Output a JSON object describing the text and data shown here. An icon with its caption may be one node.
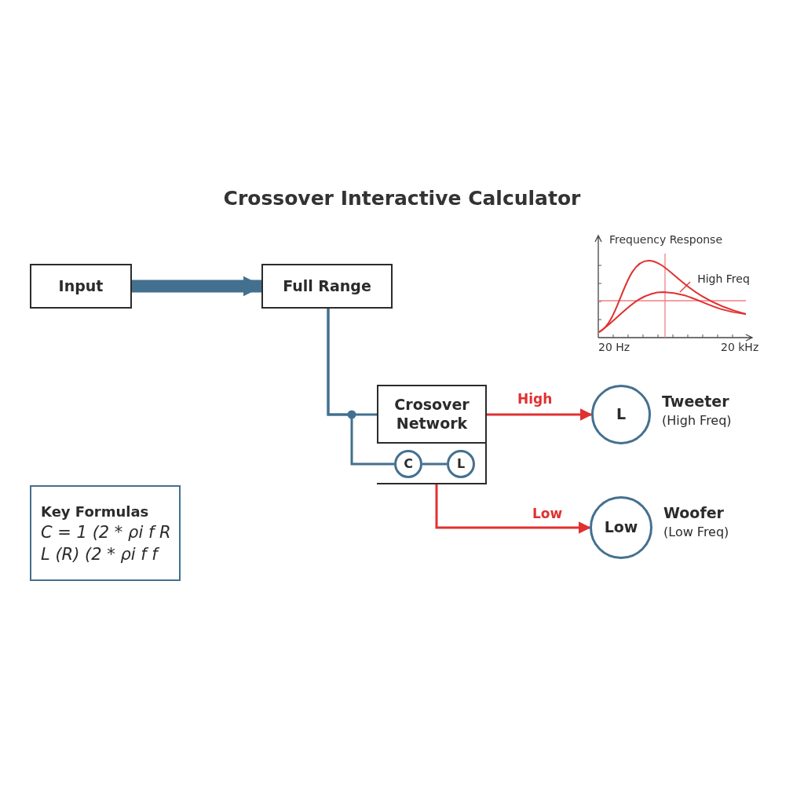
{
  "diagram": {
    "title": "Crossover Interactive Calculator",
    "nodes": [
      {
        "text": [
          "Input"
        ]
      },
      {
        "text": [
          "Full Range"
        ]
      },
      {
        "text": [
          "Crosover Network"
        ]
      },
      {
        "text": [],
        "shape": "box"
      },
      {
        "text": [
          "C"
        ],
        "in": 3
      },
      {
        "text": [
          "L"
        ],
        "in": 3
      },
      {
        "text": [
          "L"
        ],
        "beside": [
          "Tweeter",
          "(High Freq)"
        ]
      },
      {
        "text": [
          "Low"
        ],
        "beside": [
          "Woofer",
          "(Low Freq)"
        ]
      },
      {
        "text": [
          "Key Formulas",
          "C = 1 (2 * ρi f R",
          "L (R) (2 * ρi f f"
        ]
      },
      {
        "text": [
          "High Freq"
        ]
      }
    ],
    "edges": [
      {
        "from": 0,
        "to": 1,
        "arrow": "to",
        "style": "thick"
      },
      {
        "from": 1,
        "to": 2,
        "arrow": "none"
      },
      {
        "from": 1,
        "to": 4,
        "arrow": "none"
      },
      {
        "from": 4,
        "to": 5,
        "arrow": "none"
      },
      {
        "from": 2,
        "to": 6,
        "arrow": "to",
        "label": "High",
        "color": "#e03131"
      },
      {
        "from": 3,
        "to": 7,
        "arrow": "to",
        "label": "Low",
        "color": "#e03131"
      },
      {
        "from": 9,
        "to": null,
        "arrow": "none",
        "color": "#e03131"
      }
    ],
    "labels": [
      "Frequency Response",
      "20 Hz",
      "20 kHz"
    ]
  }
}
